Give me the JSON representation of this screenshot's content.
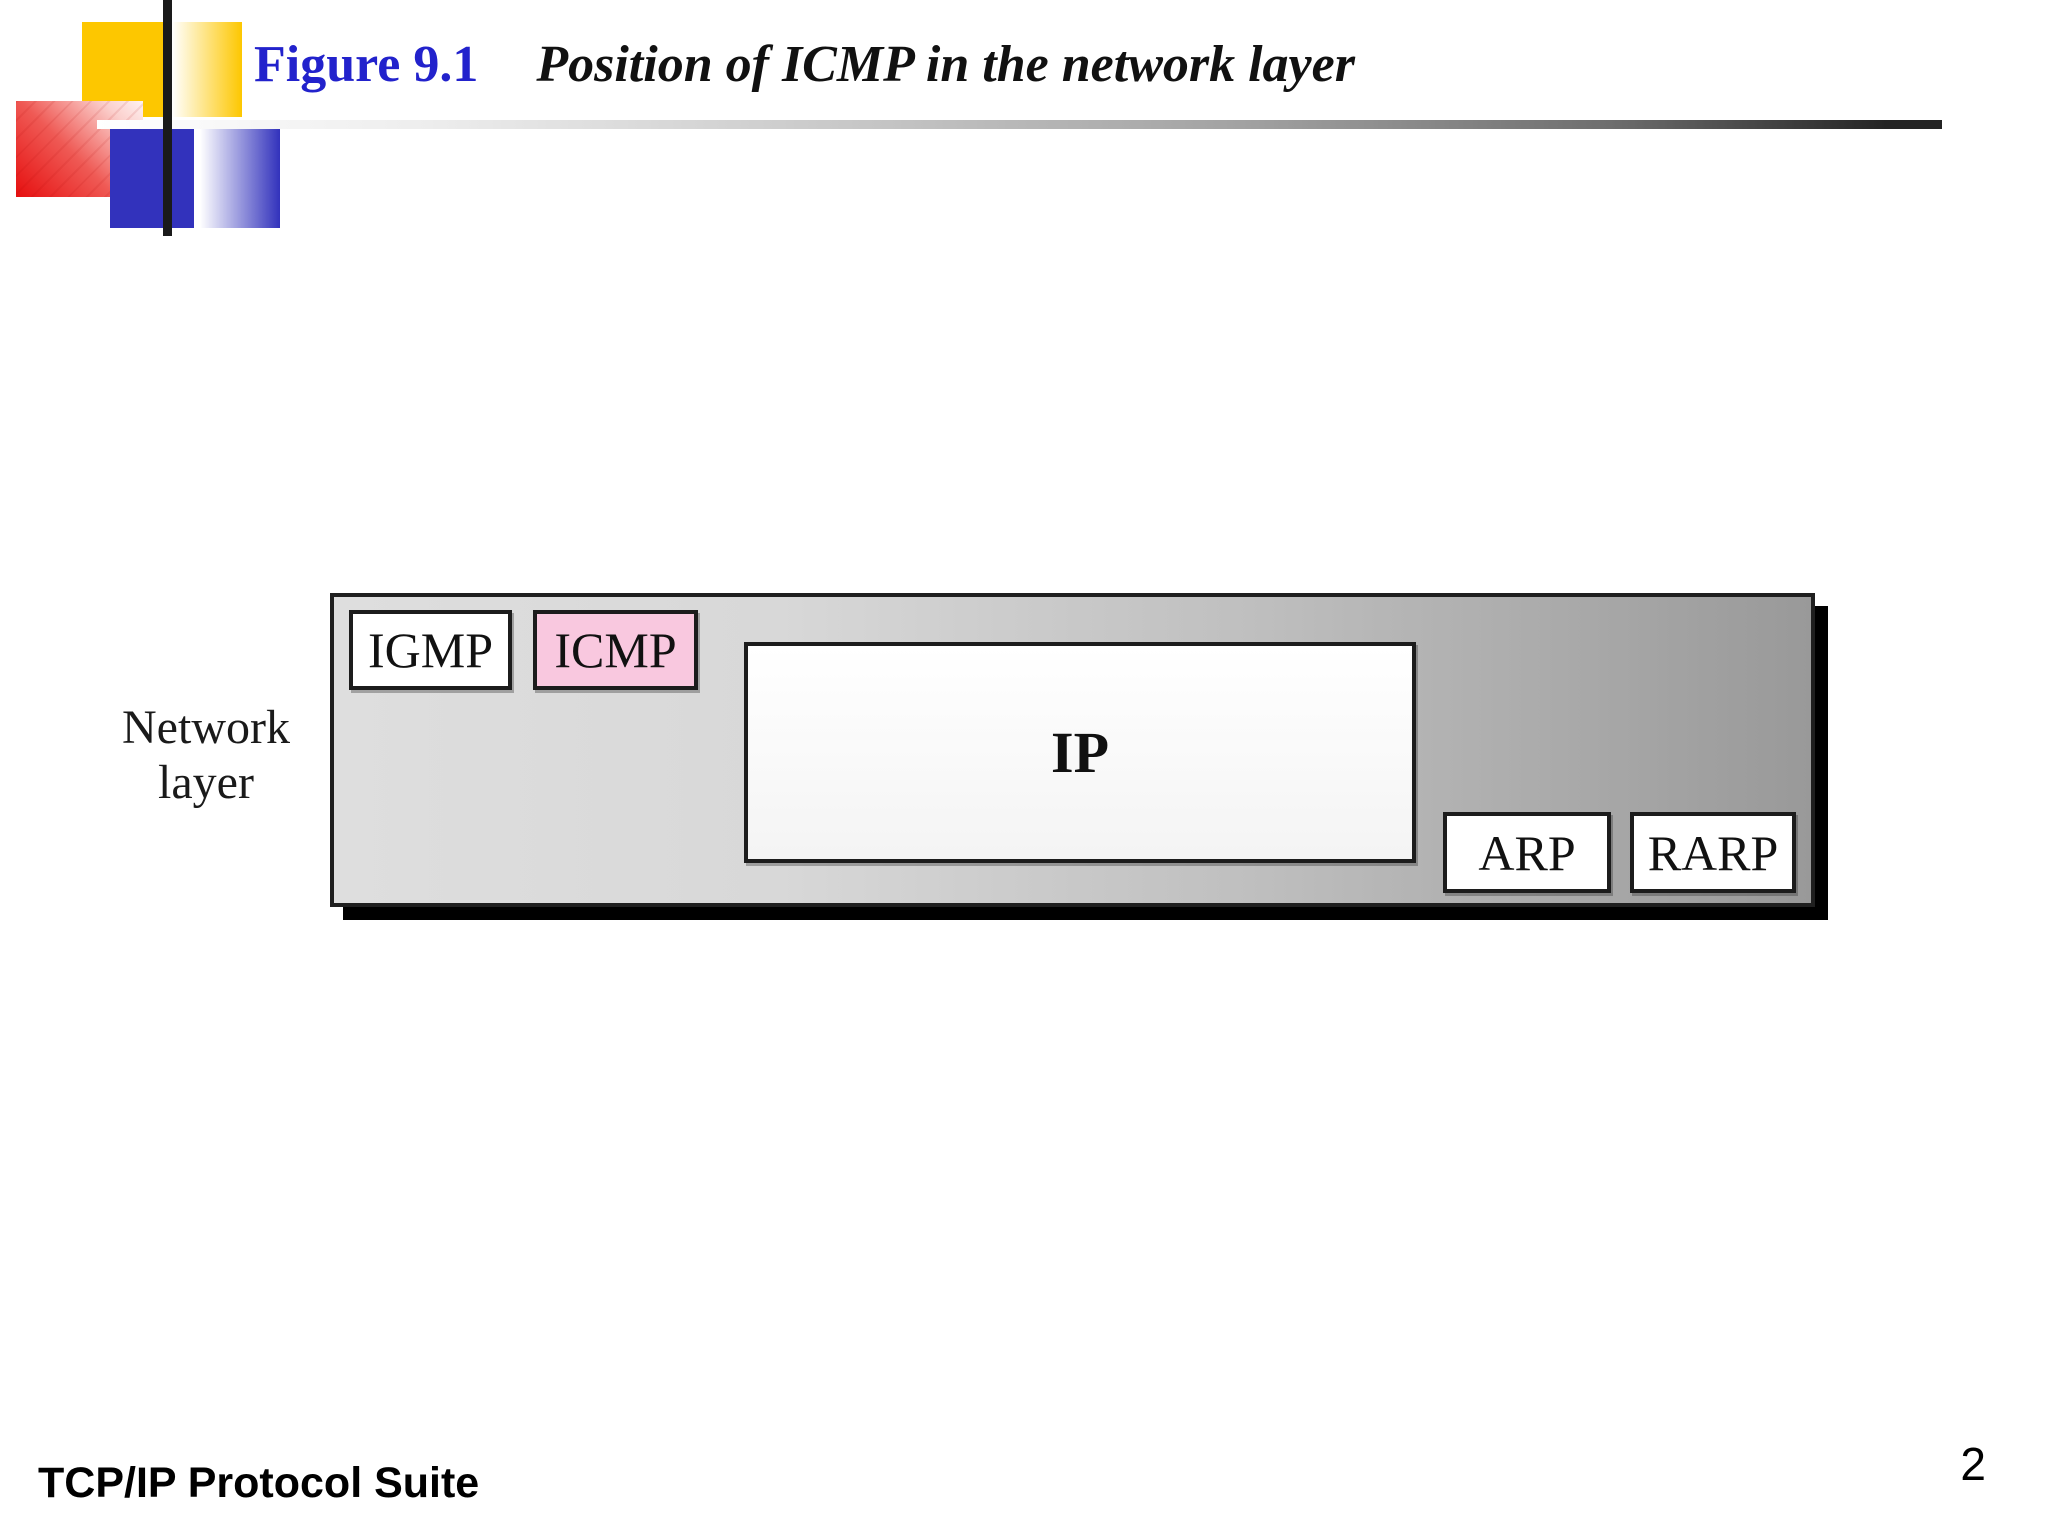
{
  "slide": {
    "figure_label": "Figure 9.1",
    "figure_caption": "Position of ICMP in the network layer"
  },
  "diagram": {
    "side_label": {
      "line1": "Network",
      "line2": "layer"
    },
    "boxes": {
      "igmp": "IGMP",
      "icmp": "ICMP",
      "ip": "IP",
      "arp": "ARP",
      "rarp": "RARP"
    }
  },
  "footer": {
    "book_title": "TCP/IP Protocol Suite",
    "page_number": "2"
  },
  "colors": {
    "figure_label_blue": "#2222cc",
    "icmp_highlight_pink": "#f9c8df",
    "layer_box_gray_light": "#dedede",
    "layer_box_gray_dark": "#999999",
    "box_border_black": "#1c1c1c",
    "accent_yellow": "#fdc700",
    "accent_red": "#e60f0f",
    "accent_blue": "#3232bc"
  }
}
